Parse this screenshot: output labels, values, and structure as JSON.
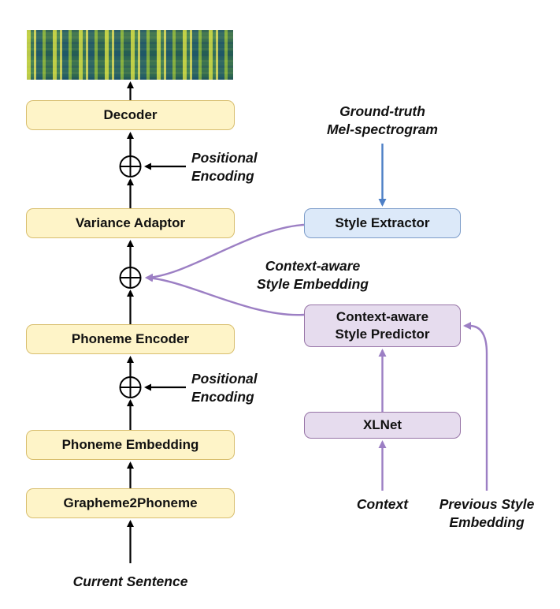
{
  "diagram": {
    "left": {
      "boxes": [
        {
          "label": "Decoder"
        },
        {
          "label": "Variance Adaptor"
        },
        {
          "label": "Phoneme Encoder"
        },
        {
          "label": "Phoneme Embedding"
        },
        {
          "label": "Grapheme2Phoneme"
        }
      ],
      "positional_encoding_upper": "Positional\nEncoding",
      "positional_encoding_lower": "Positional\nEncoding",
      "input_label": "Current Sentence"
    },
    "right": {
      "ground_truth_label": "Ground-truth\nMel-spectrogram",
      "style_extractor_label": "Style Extractor",
      "context_style_embedding_label": "Context-aware\nStyle Embedding",
      "style_predictor_label": "Context-aware\nStyle Predictor",
      "xlnet_label": "XLNet",
      "context_label": "Context",
      "previous_style_label": "Previous Style\nEmbedding"
    },
    "colors": {
      "yellow_fill": "#FEF4C8",
      "yellow_border": "#D8BE6E",
      "blue_fill": "#DCE9F9",
      "blue_border": "#7C9CC9",
      "purple_fill": "#E6DCEE",
      "purple_border": "#9673A6",
      "purple_arrow": "#9C7FC4",
      "blue_arrow": "#4D7FC6",
      "flow_arrow": "#000000"
    }
  }
}
